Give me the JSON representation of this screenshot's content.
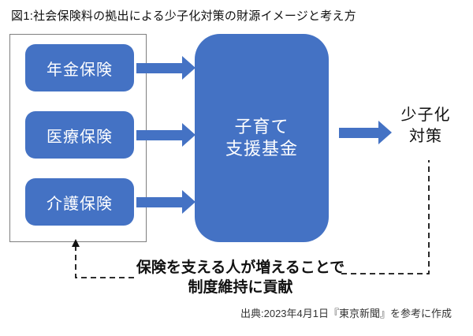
{
  "title": "図1:社会保険料の拠出による少子化対策の財源イメージと考え方",
  "diagram": {
    "sources": [
      {
        "label": "年金保険"
      },
      {
        "label": "医療保険"
      },
      {
        "label": "介護保険"
      }
    ],
    "fund": {
      "line1": "子育て",
      "line2": "支援基金"
    },
    "outcome": {
      "line1": "少子化",
      "line2": "対策"
    },
    "feedback_note": {
      "line1": "保険を支える人が増えることで",
      "line2": "制度維持に貢献"
    },
    "credit": "出典:2023年4月1日『東京新聞』を参考に作成",
    "colors": {
      "accent_blue": "#4472C4",
      "group_border": "#7f7f7f",
      "text_black": "#111111"
    }
  }
}
